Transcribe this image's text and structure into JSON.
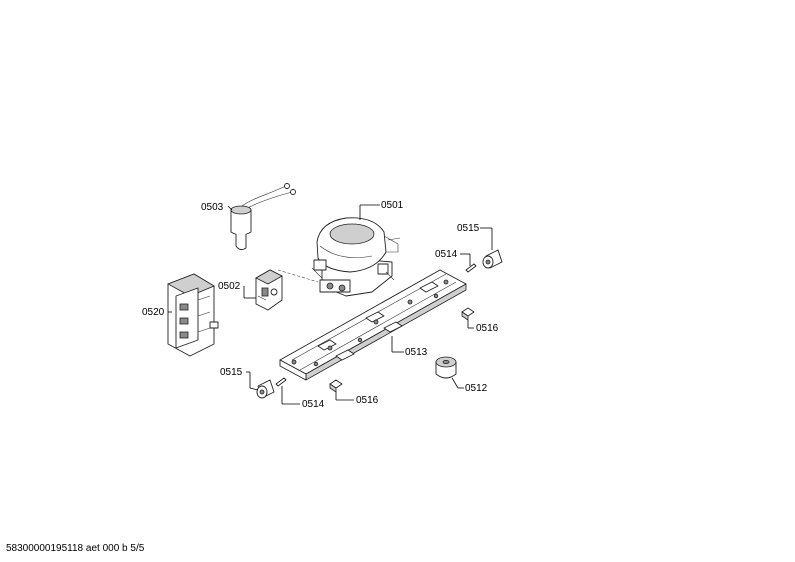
{
  "labels": {
    "p0501": "0501",
    "p0502": "0502",
    "p0503": "0503",
    "p0512": "0512",
    "p0513": "0513",
    "p0514_top": "0514",
    "p0514_bottom": "0514",
    "p0515_top": "0515",
    "p0515_bottom": "0515",
    "p0516_right": "0516",
    "p0516_bottom": "0516",
    "p0520": "0520"
  },
  "footer": "58300000195118 aet 000 b 5/5"
}
